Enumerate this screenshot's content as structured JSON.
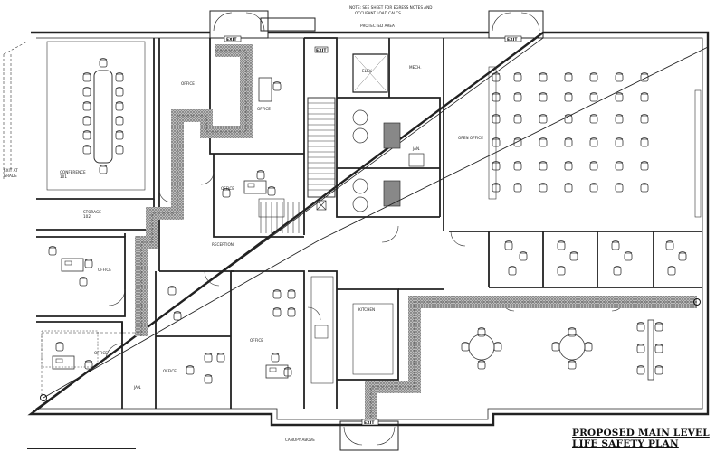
{
  "title": {
    "line1": "PROPOSED MAIN LEVEL",
    "line2": "LIFE SAFETY PLAN"
  },
  "exits": [
    {
      "id": "exit-top-left",
      "label": "EXIT"
    },
    {
      "id": "exit-top-right",
      "label": "EXIT"
    },
    {
      "id": "exit-bottom",
      "label": "EXIT"
    },
    {
      "id": "exit-top-mid",
      "label": "EXIT"
    }
  ],
  "colors": {
    "wall": "#222222",
    "egress_path": "#555555",
    "line": "#333333"
  },
  "icons": [
    "exit-sign-icon",
    "egress-start-point-icon",
    "door-swing-icon"
  ]
}
